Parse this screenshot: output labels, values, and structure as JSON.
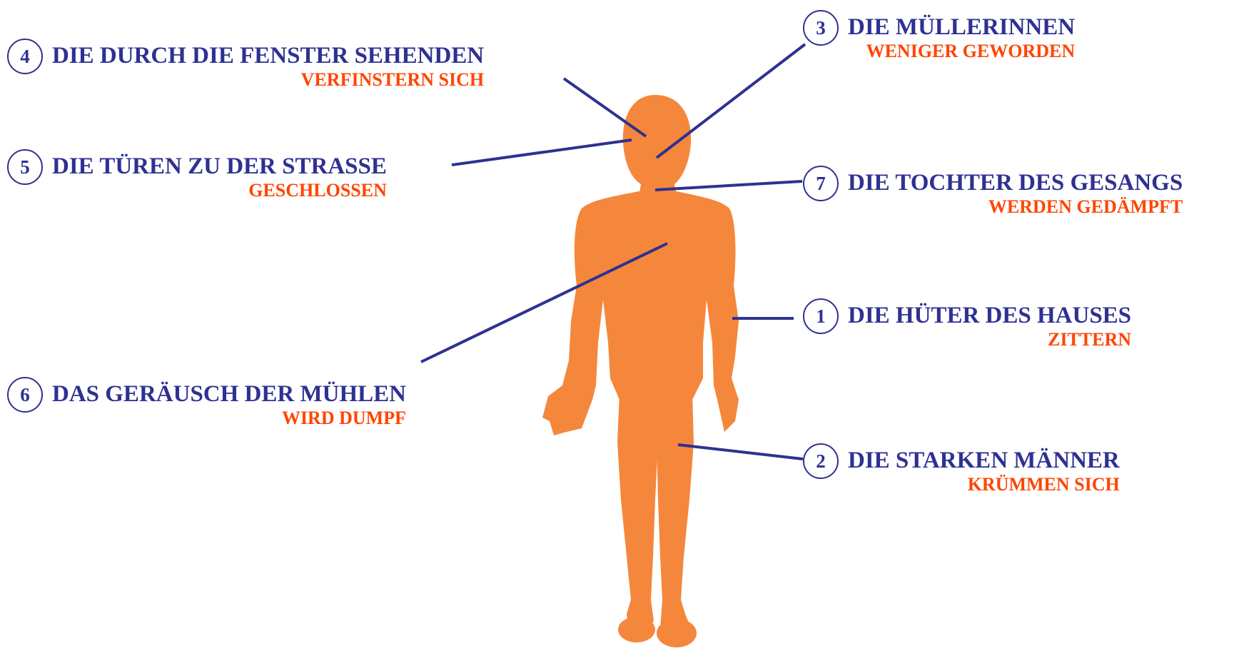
{
  "colors": {
    "title": "#2e3192",
    "subtitle": "#ff4500",
    "figure": "#f5873c",
    "leader_line": "#2e3192"
  },
  "figure": {
    "icon": "human-body-silhouette-icon"
  },
  "labels": [
    {
      "id": "1",
      "number": "1",
      "title": "DIE HÜTER DES HAUSES",
      "subtitle": "ZITTERN"
    },
    {
      "id": "2",
      "number": "2",
      "title": "DIE STARKEN MÄNNER",
      "subtitle": "KRÜMMEN SICH"
    },
    {
      "id": "3",
      "number": "3",
      "title": "DIE MÜLLERINNEN",
      "subtitle": "WENIGER GEWORDEN"
    },
    {
      "id": "4",
      "number": "4",
      "title": "DIE DURCH DIE FENSTER SEHENDEN",
      "subtitle": "VERFINSTERN SICH"
    },
    {
      "id": "5",
      "number": "5",
      "title": "DIE TÜREN ZU DER STRASSE",
      "subtitle": "GESCHLOSSEN"
    },
    {
      "id": "6",
      "number": "6",
      "title": "DAS GERÄUSCH DER MÜHLEN",
      "subtitle": "WIRD DUMPF"
    },
    {
      "id": "7",
      "number": "7",
      "title": "DIE TOCHTER DES GESANGS",
      "subtitle": "WERDEN GEDÄMPFT"
    }
  ]
}
